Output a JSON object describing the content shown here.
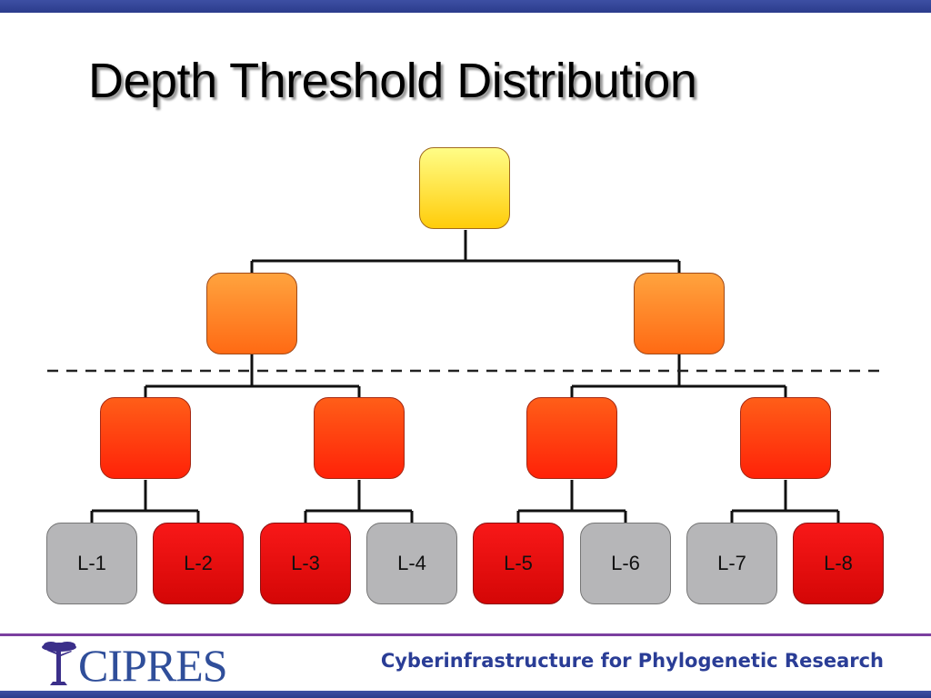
{
  "slide": {
    "title": "Depth Threshold Distribution"
  },
  "diagram": {
    "leaves": [
      {
        "label": "L-1",
        "state": "gray"
      },
      {
        "label": "L-2",
        "state": "red"
      },
      {
        "label": "L-3",
        "state": "red"
      },
      {
        "label": "L-4",
        "state": "gray"
      },
      {
        "label": "L-5",
        "state": "red"
      },
      {
        "label": "L-6",
        "state": "gray"
      },
      {
        "label": "L-7",
        "state": "gray"
      },
      {
        "label": "L-8",
        "state": "red"
      }
    ],
    "colors": {
      "root": "#ffd21a",
      "level1": "#ff8a2a",
      "level2": "#ff3a0e",
      "leaf_red": "#e80e0e",
      "leaf_gray": "#b6b6b8",
      "threshold_line": "#333333"
    }
  },
  "footer": {
    "logo_text": "CIPRES",
    "tagline": "Cyberinfrastructure for Phylogenetic Research",
    "accent_color": "#2a3d96",
    "divider_color": "#7b3fa0"
  }
}
